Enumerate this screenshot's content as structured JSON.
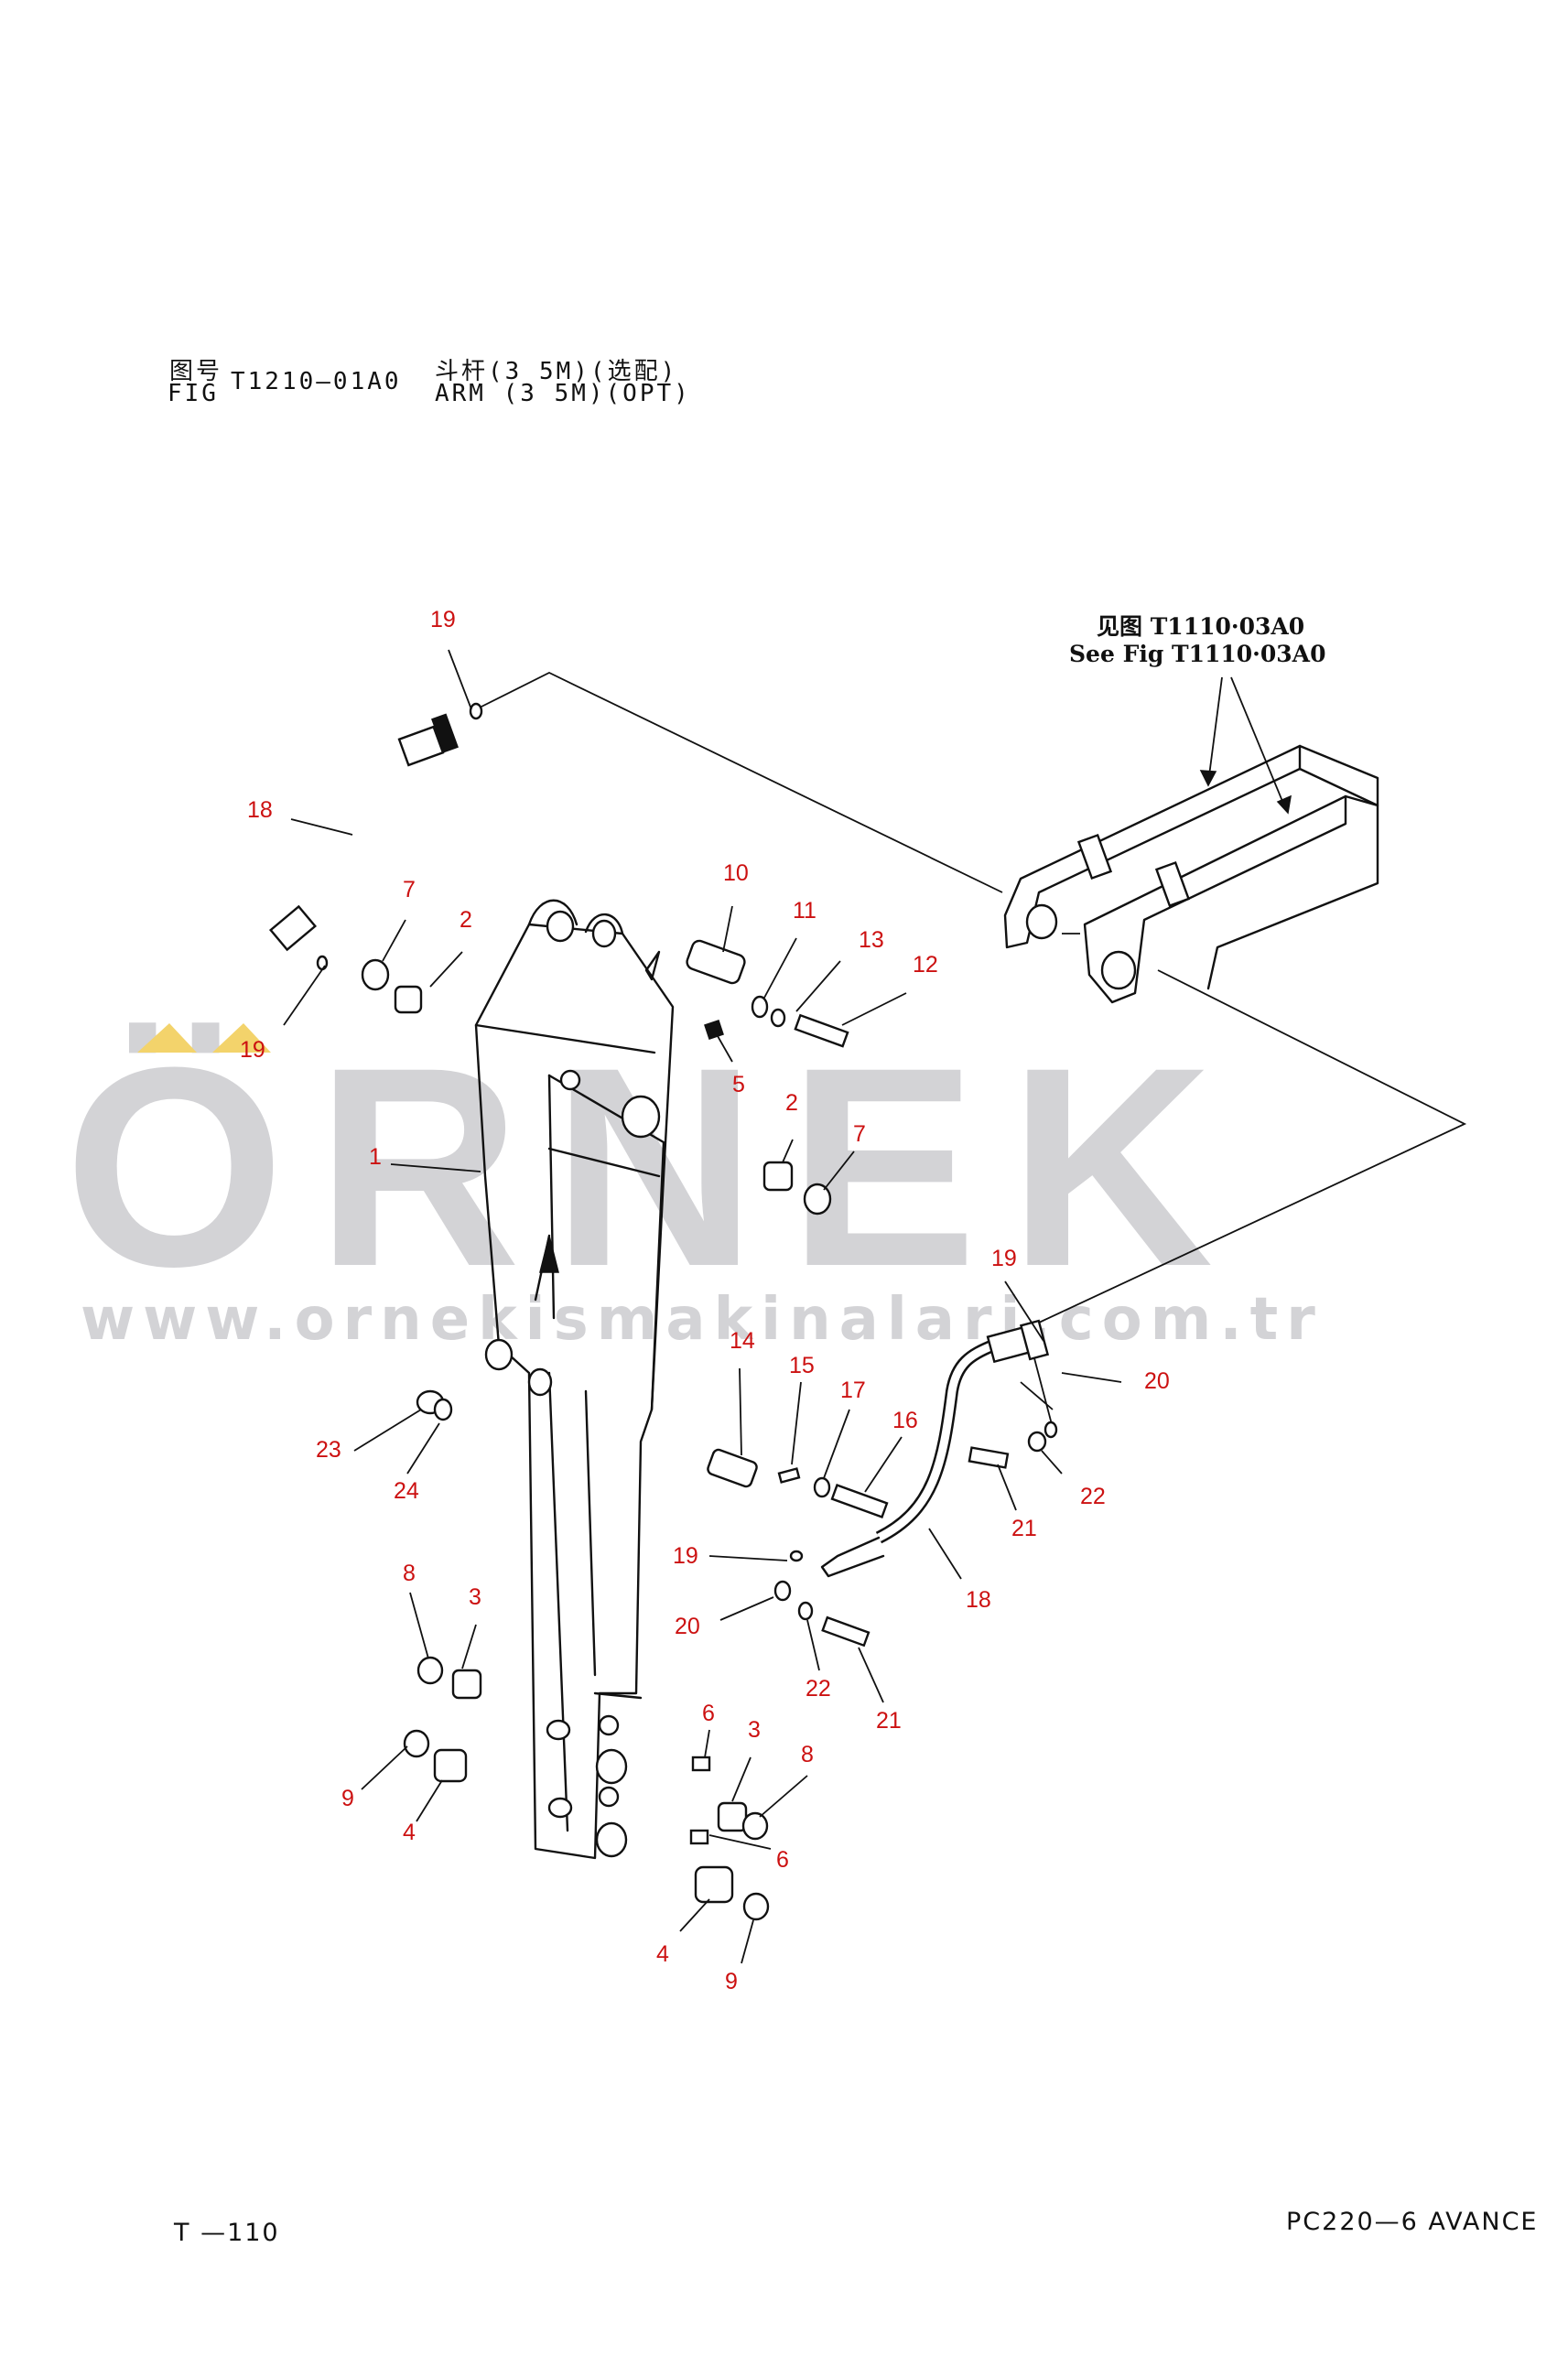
{
  "header": {
    "fig_cn": "图号",
    "fig_en": "FIG",
    "fig_number": "T1210—01A0",
    "title_cn": "斗杆(3 5M)(选配)",
    "title_en": "ARM (3 5M)(OPT)"
  },
  "reference": {
    "cn": "见图 T1110·03A0",
    "en": "See Fig  T1110·03A0"
  },
  "watermark": {
    "word": "ÖRNEK",
    "url": "www.ornekismakinalari.com.tr"
  },
  "footer": {
    "page": "T —110",
    "model": "PC220—6 AVANCE"
  },
  "callouts": [
    "19",
    "18",
    "7",
    "2",
    "19",
    "10",
    "11",
    "13",
    "12",
    "5",
    "1",
    "2",
    "7",
    "19",
    "14",
    "15",
    "17",
    "16",
    "20",
    "23",
    "24",
    "22",
    "21",
    "19",
    "18",
    "8",
    "3",
    "20",
    "22",
    "21",
    "6",
    "3",
    "8",
    "9",
    "4",
    "6",
    "4",
    "9"
  ]
}
